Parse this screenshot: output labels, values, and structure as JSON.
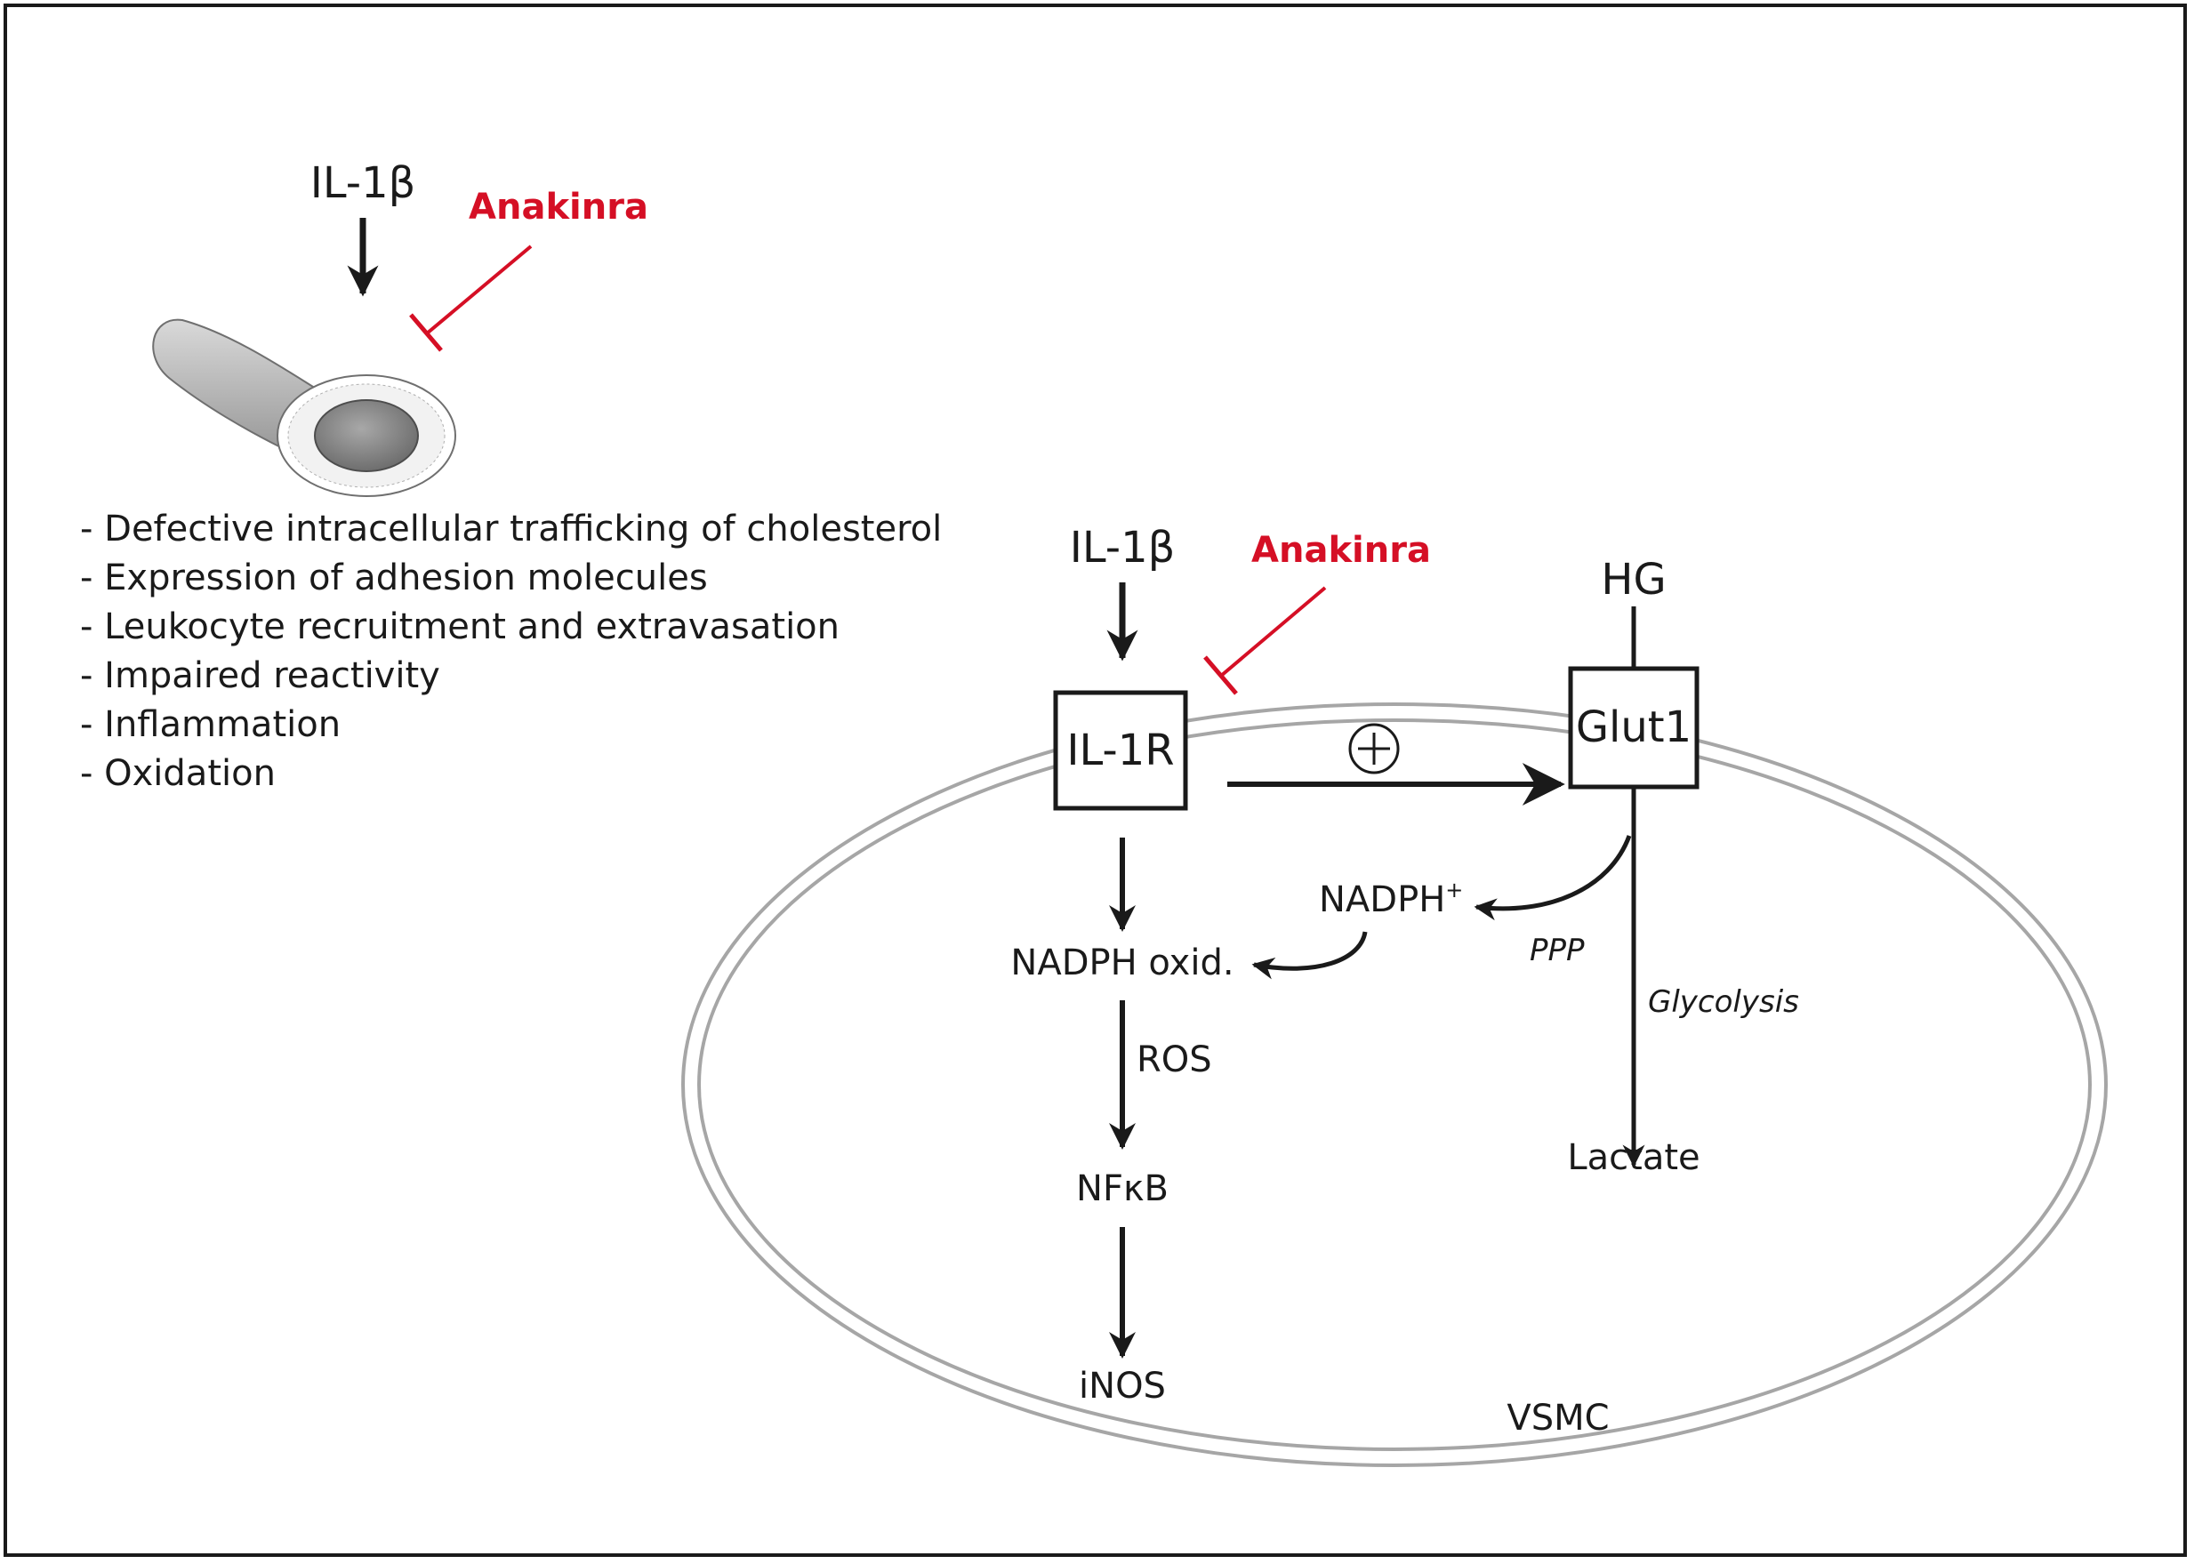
{
  "colors": {
    "ink": "#1a1a1a",
    "inhibitor": "#d50f25",
    "membrane": "#a6a6a6",
    "vessel": "#9a9a9a"
  },
  "vessel_panel": {
    "ligand": "IL-1β",
    "inhibitor": "Anakinra",
    "effects": [
      "- Defective intracellular trafficking of cholesterol",
      "- Expression of adhesion molecules",
      "- Leukocyte recruitment and extravasation",
      "- Impaired reactivity",
      "- Inflammation",
      "- Oxidation"
    ]
  },
  "cell_panel": {
    "ligand": "IL-1β",
    "inhibitor": "Anakinra",
    "receptor": "IL-1R",
    "transporter": "Glut1",
    "glucose": "HG",
    "plus_symbol": "+",
    "nadph": "NADPH",
    "nadph_sup": "+",
    "ppp": "PPP",
    "glycolysis": "Glycolysis",
    "lactate": "Lactate",
    "nadph_oxidase": "NADPH oxid.",
    "ros": "ROS",
    "nfkb": "NFκB",
    "inos": "iNOS",
    "cell_label": "VSMC"
  }
}
